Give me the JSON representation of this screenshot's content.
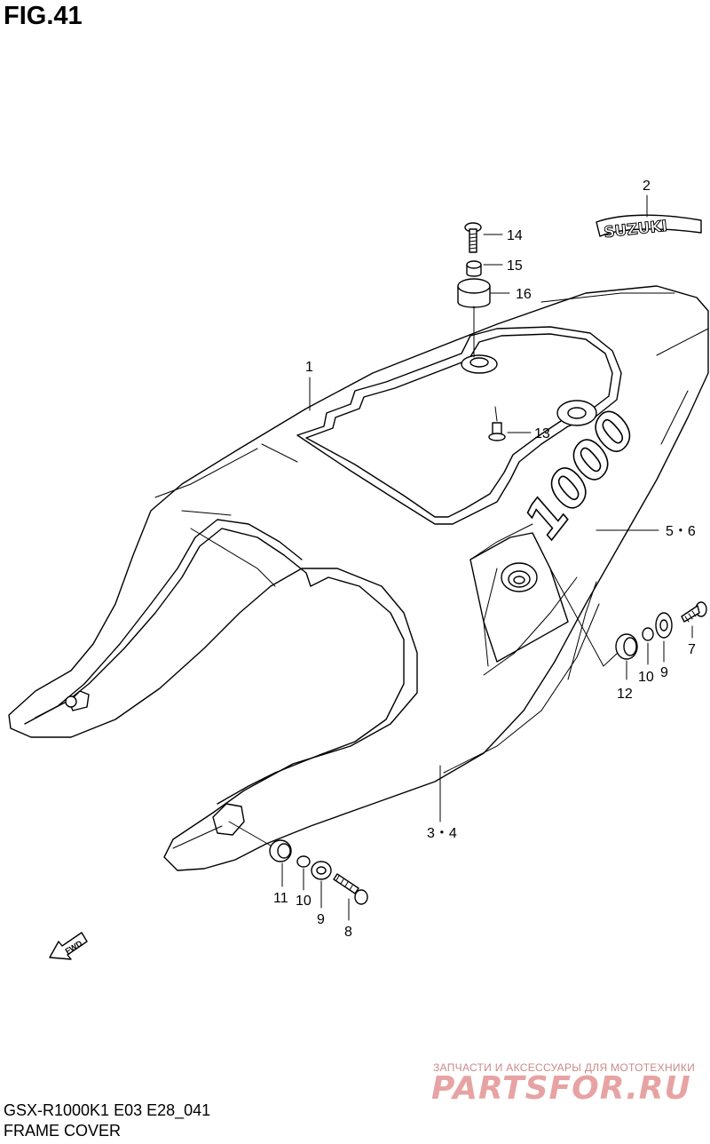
{
  "figure": {
    "title": "FIG.41"
  },
  "callouts": {
    "c1": "1",
    "c2": "2",
    "c3_4": "3・4",
    "c5_6": "5・6",
    "c7": "7",
    "c8": "8",
    "c9a": "9",
    "c9b": "9",
    "c10a": "10",
    "c10b": "10",
    "c11": "11",
    "c12": "12",
    "c13": "13",
    "c14": "14",
    "c15": "15",
    "c16": "16"
  },
  "emblems": {
    "suzuki": "SUZUKI",
    "model_badge": "1000",
    "fwd": "FWD"
  },
  "footer": {
    "model": "GSX-R1000K1 E03 E28_041",
    "name": "FRAME COVER"
  },
  "watermark": {
    "subtitle": "ЗАПЧАСТИ И АКСЕССУАРЫ ДЛЯ МОТОТЕХНИКИ",
    "brand": "PARTSFOR.RU"
  }
}
